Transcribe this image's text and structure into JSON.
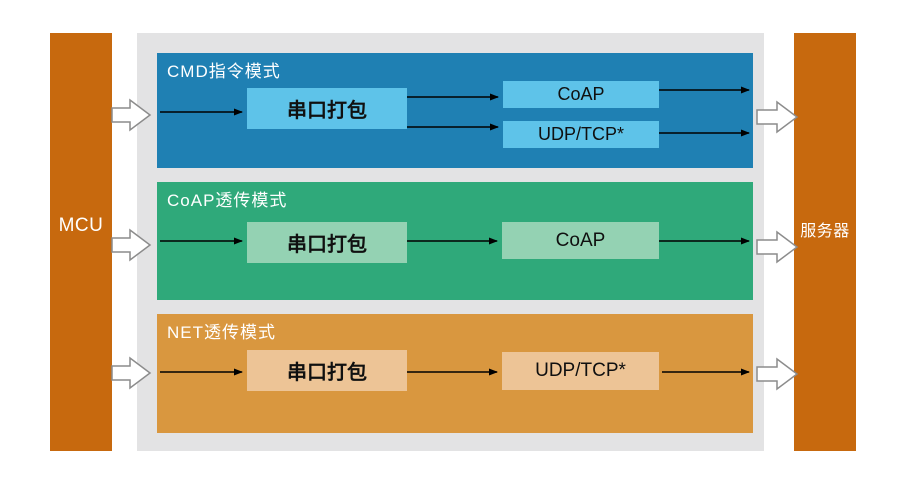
{
  "diagram": {
    "left_node": {
      "label": "MCU"
    },
    "right_node": {
      "label": "服务器"
    },
    "colors": {
      "side_bar": "#c7690e",
      "panel_bg": "#e3e3e4",
      "thin_arrow": "#000000",
      "big_arrow_fill": "#ffffff",
      "big_arrow_stroke": "#8c8c8c",
      "cmd_band": "#1f80b3",
      "cmd_box": "#5ec3e9",
      "coap_band": "#2fa97a",
      "coap_box": "#94d2b3",
      "net_band": "#d9973f",
      "net_box": "#edc496",
      "band_title_text": "#ffffff",
      "box_text": "#101010"
    },
    "bands": [
      {
        "title": "CMD指令模式",
        "serial_label": "串口打包",
        "protocols": [
          "CoAP",
          "UDP/TCP*"
        ]
      },
      {
        "title": "CoAP透传模式",
        "serial_label": "串口打包",
        "protocols": [
          "CoAP"
        ]
      },
      {
        "title": "NET透传模式",
        "serial_label": "串口打包",
        "protocols": [
          "UDP/TCP*"
        ]
      }
    ]
  }
}
